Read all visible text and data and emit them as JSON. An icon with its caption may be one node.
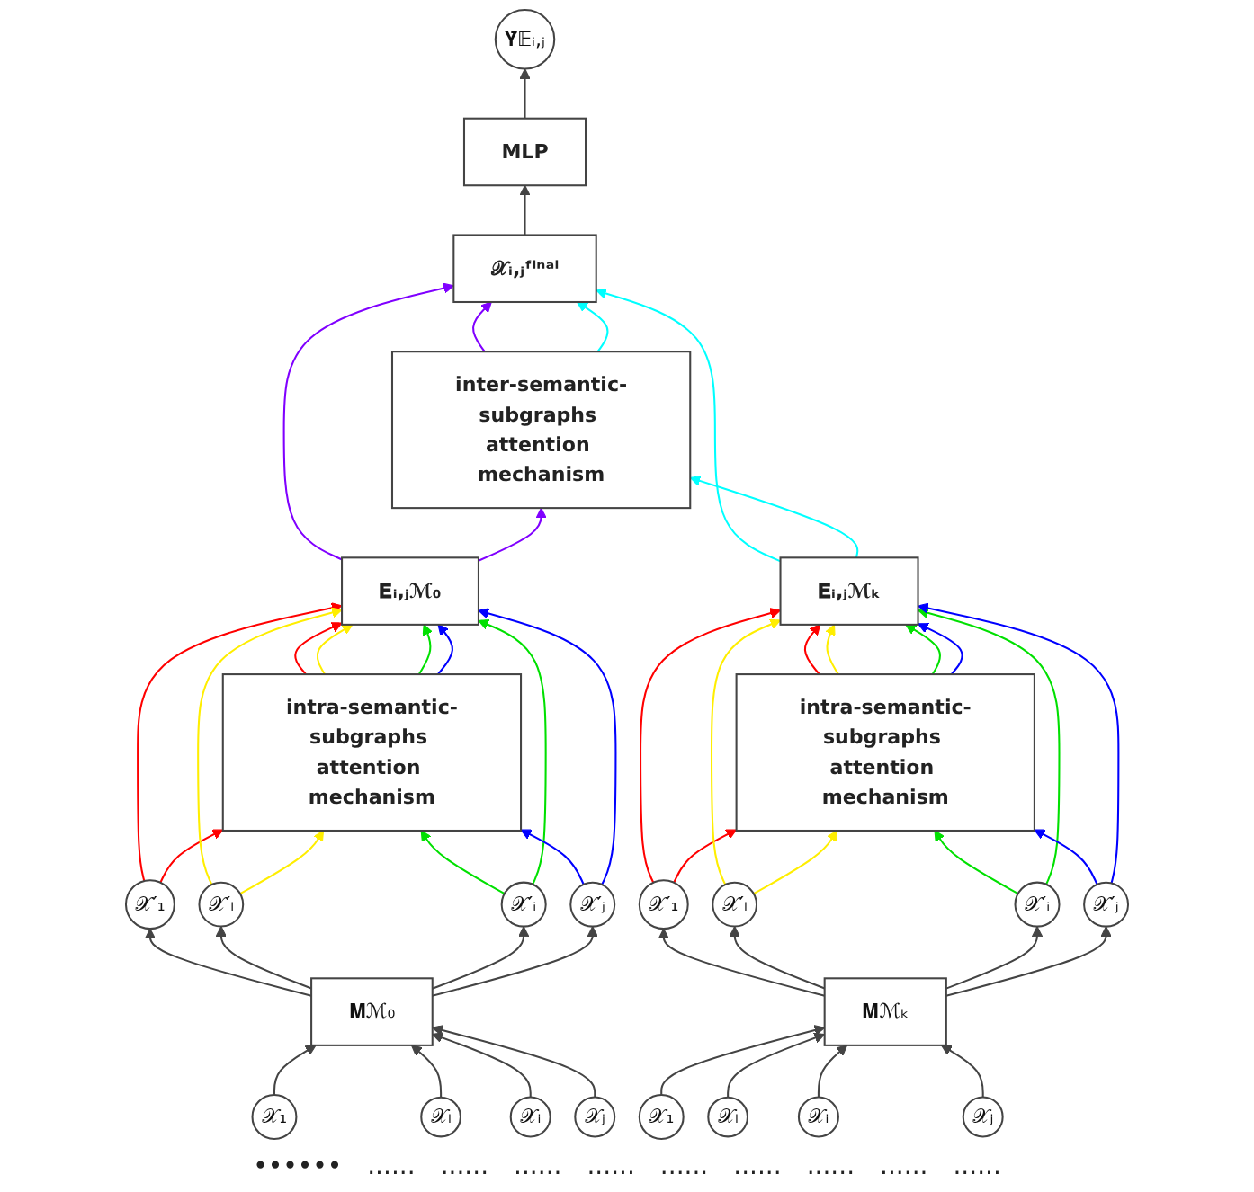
{
  "diagram": {
    "nodes": [
      {
        "text": [
          "𝐘̄𝔼ᵢ,ⱼ"
        ]
      },
      {
        "text": [
          "MLP"
        ]
      },
      {
        "text": [
          "𝒳ᵢ,ⱼᶠⁱⁿᵃˡ"
        ]
      },
      {
        "text": [
          "inter-semantic-subgraphs attention mechanism"
        ]
      },
      {
        "text": [
          "𝐄ᵢ,ⱼℳ₀"
        ]
      },
      {
        "text": [
          "𝐄ᵢ,ⱼℳₖ"
        ]
      },
      {
        "text": [
          "intra-semantic-subgraphs attention mechanism"
        ]
      },
      {
        "text": [
          "intra-semantic-subgraphs attention mechanism"
        ]
      },
      {
        "text": [
          "𝒳′₁"
        ]
      },
      {
        "text": [
          "𝒳′ₗ"
        ]
      },
      {
        "text": [
          "𝒳′ᵢ"
        ]
      },
      {
        "text": [
          "𝒳′ⱼ"
        ]
      },
      {
        "text": [
          "𝒳′₁"
        ]
      },
      {
        "text": [
          "𝒳′ₗ"
        ]
      },
      {
        "text": [
          "𝒳′ᵢ"
        ]
      },
      {
        "text": [
          "𝒳′ⱼ"
        ]
      },
      {
        "text": [
          "𝐌ℳ₀"
        ]
      },
      {
        "text": [
          "𝐌ℳₖ"
        ]
      },
      {
        "text": [
          "𝒳₁"
        ]
      },
      {
        "text": [
          "𝒳ₗ"
        ]
      },
      {
        "text": [
          "𝒳ᵢ"
        ]
      },
      {
        "text": [
          "𝒳ⱼ"
        ]
      },
      {
        "text": [
          "𝒳₁"
        ]
      },
      {
        "text": [
          "𝒳ₗ"
        ]
      },
      {
        "text": [
          "𝒳ᵢ"
        ]
      },
      {
        "text": [
          "𝒳ⱼ"
        ]
      }
    ],
    "edges": [
      {
        "from": 2,
        "to": 1,
        "arrow": "to"
      },
      {
        "from": 1,
        "to": 0,
        "arrow": "to"
      },
      {
        "from": 4,
        "to": 2,
        "arrow": "to",
        "color": "#8000ff"
      },
      {
        "from": 4,
        "to": 3,
        "arrow": "to",
        "color": "#8000ff"
      },
      {
        "from": 3,
        "to": 2,
        "arrow": "to",
        "color": "#8000ff"
      },
      {
        "from": 5,
        "to": 2,
        "arrow": "to",
        "color": "#00ffff"
      },
      {
        "from": 5,
        "to": 3,
        "arrow": "to",
        "color": "#00ffff"
      },
      {
        "from": 3,
        "to": 2,
        "arrow": "to",
        "color": "#00ffff"
      },
      {
        "from": 8,
        "to": 4,
        "arrow": "to",
        "color": "#ff0000"
      },
      {
        "from": 8,
        "to": 6,
        "arrow": "to",
        "color": "#ff0000"
      },
      {
        "from": 6,
        "to": 4,
        "arrow": "to",
        "color": "#ff0000"
      },
      {
        "from": 9,
        "to": 4,
        "arrow": "to",
        "color": "#ffee00"
      },
      {
        "from": 9,
        "to": 6,
        "arrow": "to",
        "color": "#ffee00"
      },
      {
        "from": 6,
        "to": 4,
        "arrow": "to",
        "color": "#ffee00"
      },
      {
        "from": 10,
        "to": 6,
        "arrow": "to",
        "color": "#00e000"
      },
      {
        "from": 10,
        "to": 4,
        "arrow": "to",
        "color": "#00e000"
      },
      {
        "from": 6,
        "to": 4,
        "arrow": "to",
        "color": "#00e000"
      },
      {
        "from": 11,
        "to": 6,
        "arrow": "to",
        "color": "#0000ff"
      },
      {
        "from": 11,
        "to": 4,
        "arrow": "to",
        "color": "#0000ff"
      },
      {
        "from": 6,
        "to": 4,
        "arrow": "to",
        "color": "#0000ff"
      },
      {
        "from": 12,
        "to": 5,
        "arrow": "to",
        "color": "#ff0000"
      },
      {
        "from": 12,
        "to": 7,
        "arrow": "to",
        "color": "#ff0000"
      },
      {
        "from": 7,
        "to": 5,
        "arrow": "to",
        "color": "#ff0000"
      },
      {
        "from": 13,
        "to": 5,
        "arrow": "to",
        "color": "#ffee00"
      },
      {
        "from": 13,
        "to": 7,
        "arrow": "to",
        "color": "#ffee00"
      },
      {
        "from": 7,
        "to": 5,
        "arrow": "to",
        "color": "#ffee00"
      },
      {
        "from": 14,
        "to": 7,
        "arrow": "to",
        "color": "#00e000"
      },
      {
        "from": 14,
        "to": 5,
        "arrow": "to",
        "color": "#00e000"
      },
      {
        "from": 7,
        "to": 5,
        "arrow": "to",
        "color": "#00e000"
      },
      {
        "from": 15,
        "to": 7,
        "arrow": "to",
        "color": "#0000ff"
      },
      {
        "from": 15,
        "to": 5,
        "arrow": "to",
        "color": "#0000ff"
      },
      {
        "from": 7,
        "to": 5,
        "arrow": "to",
        "color": "#0000ff"
      },
      {
        "from": 18,
        "to": 16,
        "arrow": "to"
      },
      {
        "from": 19,
        "to": 16,
        "arrow": "to"
      },
      {
        "from": 20,
        "to": 16,
        "arrow": "to"
      },
      {
        "from": 21,
        "to": 16,
        "arrow": "to"
      },
      {
        "from": 16,
        "to": 8,
        "arrow": "to"
      },
      {
        "from": 16,
        "to": 9,
        "arrow": "to"
      },
      {
        "from": 16,
        "to": 10,
        "arrow": "to"
      },
      {
        "from": 16,
        "to": 11,
        "arrow": "to"
      },
      {
        "from": 22,
        "to": 17,
        "arrow": "to"
      },
      {
        "from": 23,
        "to": 17,
        "arrow": "to"
      },
      {
        "from": 24,
        "to": 17,
        "arrow": "to"
      },
      {
        "from": 25,
        "to": 17,
        "arrow": "to"
      },
      {
        "from": 17,
        "to": 12,
        "arrow": "to"
      },
      {
        "from": 17,
        "to": 13,
        "arrow": "to"
      },
      {
        "from": 17,
        "to": 14,
        "arrow": "to"
      },
      {
        "from": 17,
        "to": 15,
        "arrow": "to"
      }
    ],
    "labels": [
      "••••••",
      "......",
      "......",
      "......",
      "......",
      "......",
      "......",
      "......",
      "......",
      "......"
    ]
  }
}
